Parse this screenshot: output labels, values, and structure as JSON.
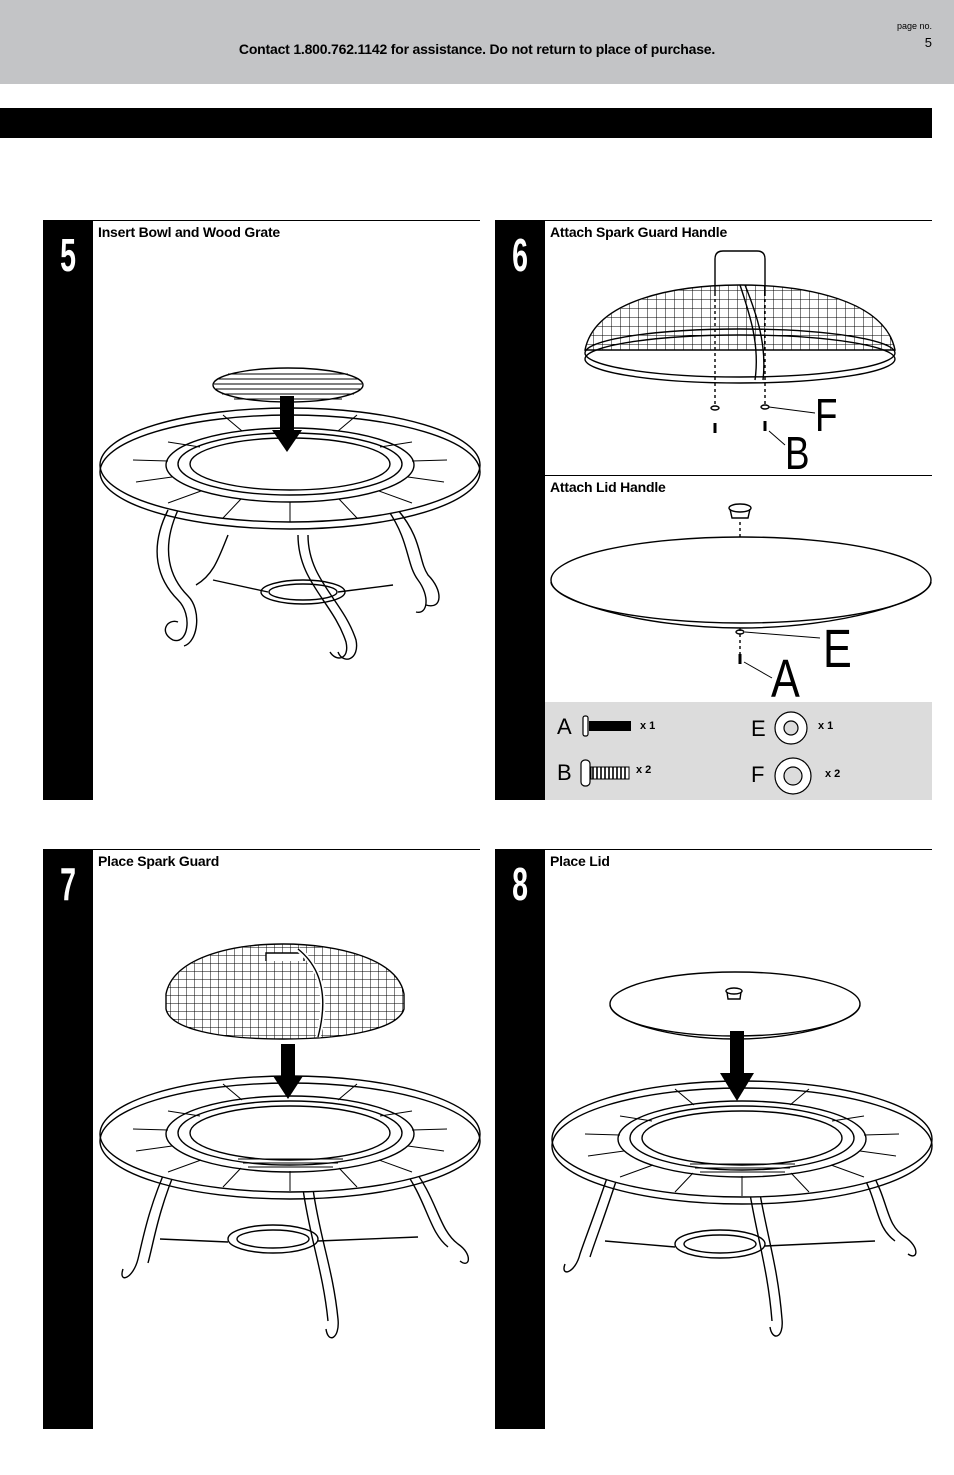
{
  "header": {
    "contact": "Contact 1.800.762.1142 for assistance. Do not return to place of purchase.",
    "page_label": "page no.",
    "page_number": "5"
  },
  "steps": [
    {
      "number": "5",
      "title": "Insert Bowl and Wood Grate"
    },
    {
      "number": "6",
      "title": "Attach Spark Guard Handle",
      "subtitle": "Attach Lid Handle"
    },
    {
      "number": "7",
      "title": "Place Spark Guard"
    },
    {
      "number": "8",
      "title": "Place Lid"
    }
  ],
  "callouts": {
    "f": "F",
    "b": "B",
    "e": "E",
    "a": "A"
  },
  "parts": [
    {
      "letter": "A",
      "qty": "x 1"
    },
    {
      "letter": "B",
      "qty": "x 2"
    },
    {
      "letter": "E",
      "qty": "x 1"
    },
    {
      "letter": "F",
      "qty": "x 2"
    }
  ]
}
